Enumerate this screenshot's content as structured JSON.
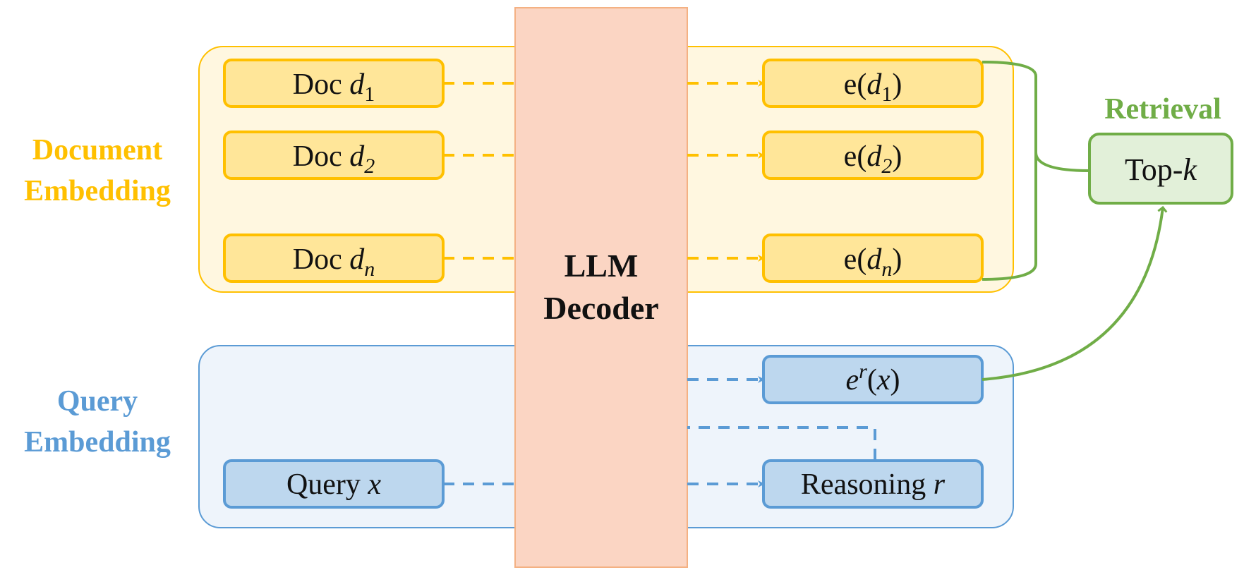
{
  "groups": {
    "document": {
      "label_line1": "Document",
      "label_line2": "Embedding"
    },
    "query": {
      "label_line1": "Query",
      "label_line2": "Embedding"
    }
  },
  "decoder": {
    "line1": "LLM",
    "line2": "Decoder"
  },
  "documents": [
    {
      "prefix": "Doc ",
      "var": "d",
      "sub": "1"
    },
    {
      "prefix": "Doc ",
      "var": "d",
      "sub": "2"
    },
    {
      "prefix": "Doc ",
      "var": "d",
      "sub": "n"
    }
  ],
  "doc_embeddings": [
    {
      "prefix": "e(",
      "var": "d",
      "sub": "1",
      "suffix": ")"
    },
    {
      "prefix": "e(",
      "var": "d",
      "sub": "2",
      "suffix": ")"
    },
    {
      "prefix": "e(",
      "var": "d",
      "sub": "n",
      "suffix": ")"
    }
  ],
  "query": {
    "prefix": "Query ",
    "var": "x"
  },
  "query_embedding": {
    "base": "e",
    "sup": "r",
    "arg_open": "(",
    "arg": "x",
    "arg_close": ")"
  },
  "reasoning": {
    "prefix": "Reasoning ",
    "var": "r"
  },
  "retrieval": {
    "label": "Retrieval",
    "box_prefix": "Top-",
    "box_var": "k"
  },
  "colors": {
    "doc_border": "#FFC000",
    "doc_fill": "#FFE699",
    "doc_group_fill": "#FFF7E0",
    "doc_label": "#FFC000",
    "query_border": "#5B9BD5",
    "query_fill": "#BDD7EE",
    "query_group_fill": "#EEF4FB",
    "query_label": "#5B9BD5",
    "decoder_fill": "#FBD5C3",
    "decoder_border": "#F4B183",
    "retrieval_border": "#70AD47",
    "retrieval_fill": "#E2F0D9",
    "retrieval_label": "#70AD47"
  }
}
